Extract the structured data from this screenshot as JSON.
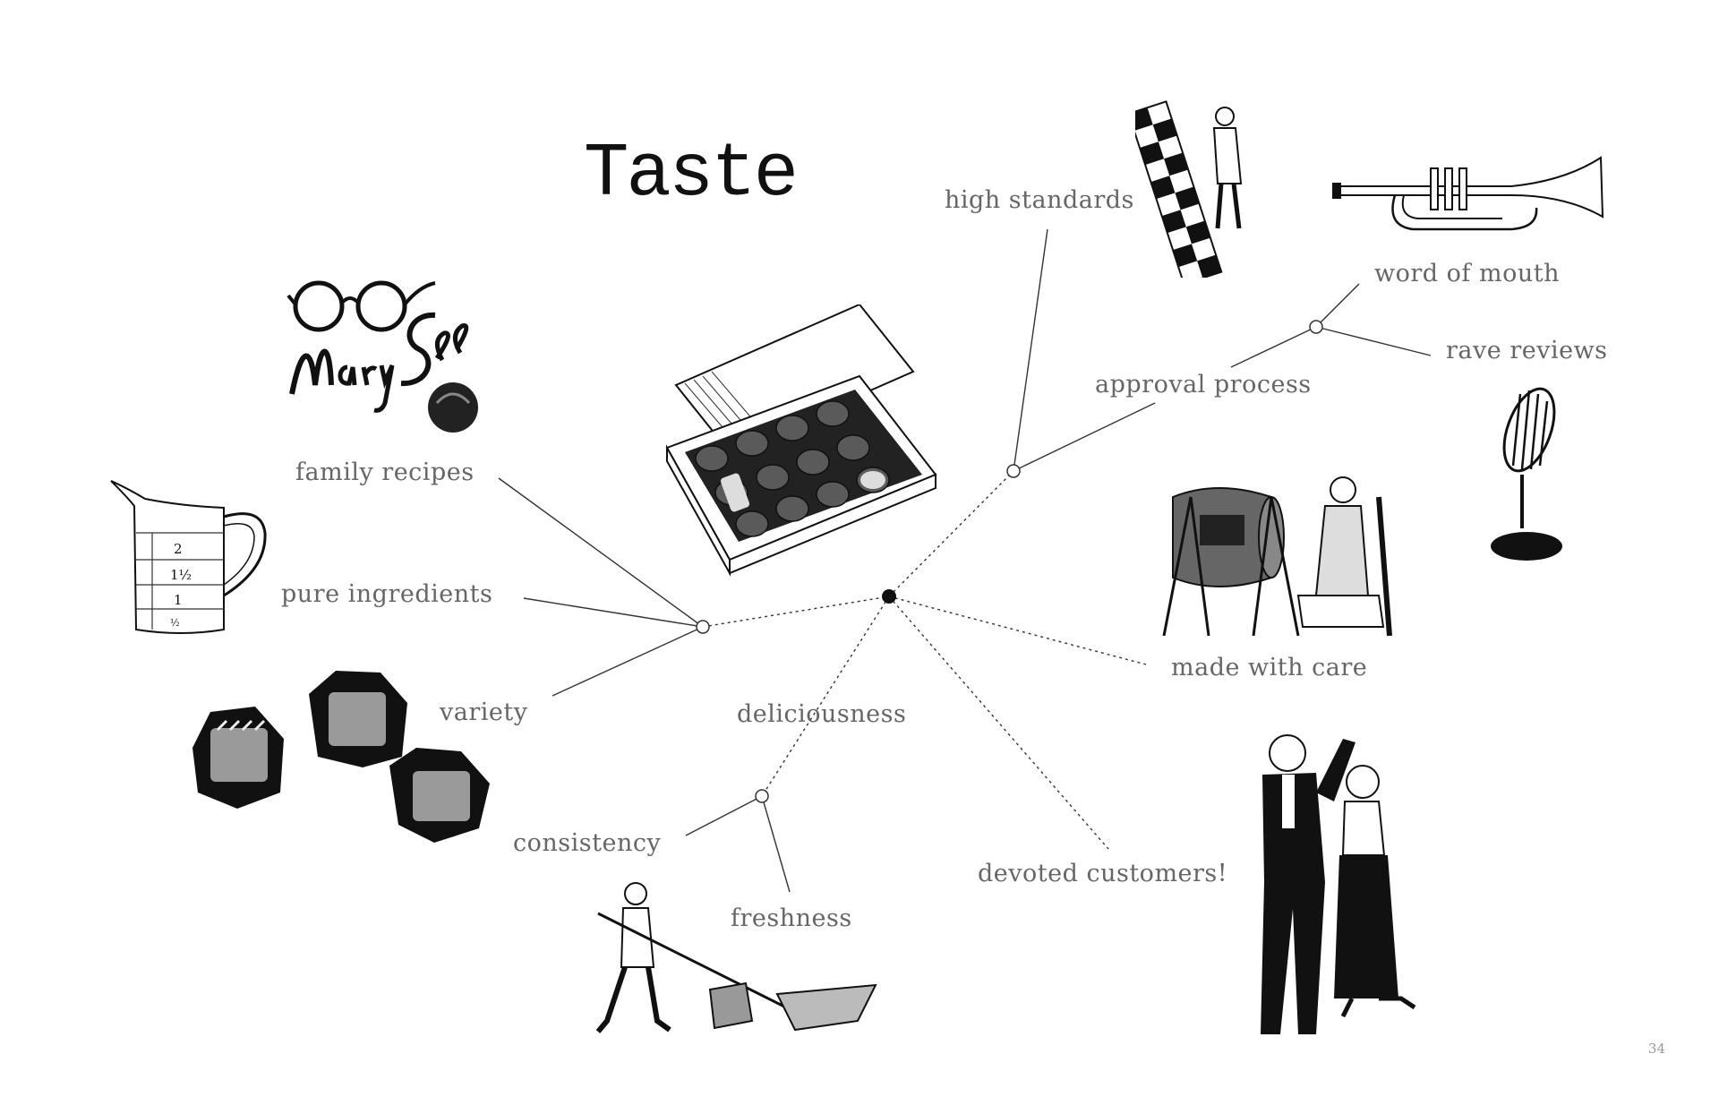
{
  "title": "Taste",
  "page_number": "34",
  "labels": {
    "high_standards": "high standards",
    "word_of_mouth": "word of mouth",
    "rave_reviews": "rave reviews",
    "approval_process": "approval process",
    "family_recipes": "family recipes",
    "pure_ingredients": "pure ingredients",
    "variety": "variety",
    "deliciousness": "deliciousness",
    "consistency": "consistency",
    "freshness": "freshness",
    "made_with_care": "made with care",
    "devoted_customers": "devoted customers!"
  },
  "logo_text": "MarySee",
  "measuring_cup_marks": [
    "2",
    "1½",
    "1",
    "½"
  ],
  "illustrations": [
    "chocolate-box-icon",
    "glasses-logo-icon",
    "measuring-cup-icon",
    "bonbons-icon",
    "checkered-ladder-icon",
    "trumpet-icon",
    "microphone-icon",
    "barrel-churn-icon",
    "shoveling-man-icon",
    "dancing-couple-icon"
  ]
}
